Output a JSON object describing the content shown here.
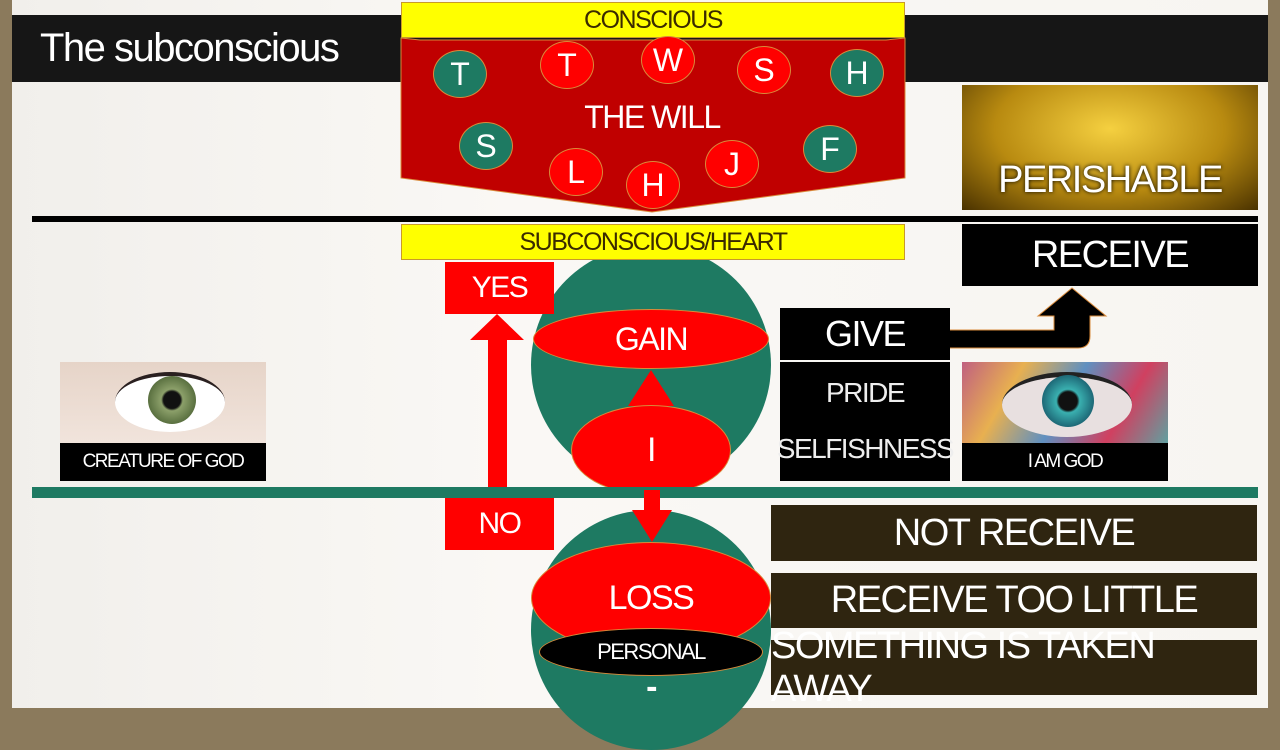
{
  "title": "The subconscious",
  "conscious_label": "CONSCIOUS",
  "will": {
    "label": "THE WILL",
    "letters": [
      {
        "letter": "T",
        "color": "green"
      },
      {
        "letter": "T",
        "color": "red"
      },
      {
        "letter": "W",
        "color": "red"
      },
      {
        "letter": "S",
        "color": "red"
      },
      {
        "letter": "H",
        "color": "green"
      },
      {
        "letter": "S",
        "color": "green"
      },
      {
        "letter": "L",
        "color": "red"
      },
      {
        "letter": "H",
        "color": "red"
      },
      {
        "letter": "J",
        "color": "red"
      },
      {
        "letter": "F",
        "color": "green"
      }
    ]
  },
  "subconscious_label": "SUBCONSCIOUS/HEART",
  "perishable_label": "PERISHABLE",
  "receive_label": "RECEIVE",
  "yes_label": "YES",
  "no_label": "NO",
  "gain_label": "GAIN",
  "i_label": "I",
  "loss_label": "LOSS",
  "personal_label": "PERSONAL",
  "minus_label": "-",
  "give_label": "GIVE",
  "pride_label": "PRIDE",
  "selfishness_label": "SELFISHNESS",
  "creature_caption": "CREATURE OF GOD",
  "iamgod_caption": "I AM GOD",
  "loss_outcomes": [
    "NOT RECEIVE",
    "RECEIVE TOO LITTLE",
    "SOMETHING IS TAKEN AWAY"
  ],
  "colors": {
    "red": "#ff0000",
    "green": "#1e7a62",
    "yellow": "#ffff00",
    "dark": "#2f2510",
    "will": "#c00000"
  }
}
